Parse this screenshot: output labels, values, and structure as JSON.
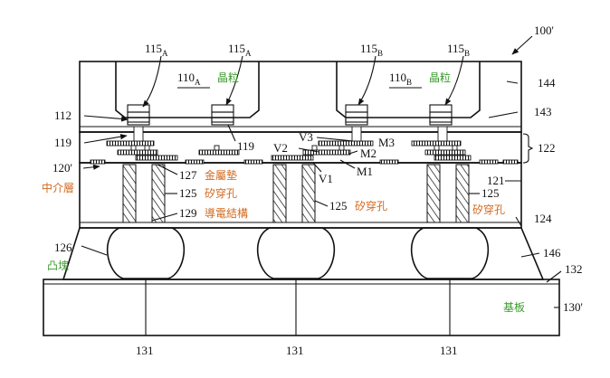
{
  "labels": {
    "fig_id": "100'",
    "die_a_pad_1": "115",
    "die_a_pad_1_sub": "A",
    "die_a_pad_2": "115",
    "die_a_pad_2_sub": "A",
    "die_b_pad_1": "115",
    "die_b_pad_1_sub": "B",
    "die_b_pad_2": "115",
    "die_b_pad_2_sub": "B",
    "die_a": "110",
    "die_a_sub": "A",
    "die_a_cn": "晶粒",
    "die_b": "110",
    "die_b_sub": "B",
    "die_b_cn": "晶粒",
    "mold_top": "144",
    "underfill_top": "143",
    "rdl_group": "122",
    "ref_112": "112",
    "ref_119_left": "119",
    "ref_119_mid": "119",
    "via_v3": "V3",
    "metal_m3": "M3",
    "via_v2": "V2",
    "metal_m2": "M2",
    "metal_m1": "M1",
    "via_v1": "V1",
    "interposer": "120'",
    "interposer_cn": "中介層",
    "pad_127": "127",
    "pad_127_cn": "金屬墊",
    "tsv_125_a": "125",
    "tsv_125_a_cn": "矽穿孔",
    "conductor_129": "129",
    "conductor_129_cn": "導電結構",
    "tsv_125_b": "125",
    "tsv_125_b_cn": "矽穿孔",
    "tsv_125_c": "125",
    "tsv_125_c_cn": "矽穿孔",
    "ref_121": "121",
    "ref_124": "124",
    "bump": "126",
    "bump_cn": "凸塊",
    "mold_bottom": "146",
    "ref_132": "132",
    "substrate_cn": "基板",
    "substrate": "130'",
    "ref_131_a": "131",
    "ref_131_b": "131",
    "ref_131_c": "131"
  },
  "colors": {
    "green_text": "#3a9a2c",
    "orange_text": "#d2691e",
    "line": "#111111"
  }
}
